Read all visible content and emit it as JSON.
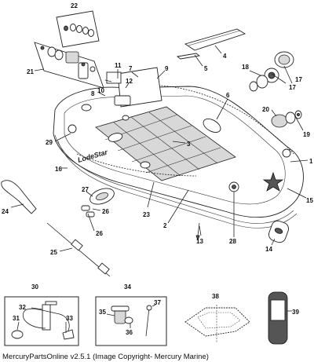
{
  "footer": {
    "caption": "MercuryPartsOnline v2.5.1 (Image Copyright- Mercury Marine)"
  },
  "brand_decal": "LodeStar",
  "callouts": {
    "c1": "1",
    "c2": "2",
    "c3": "3",
    "c4": "4",
    "c5": "5",
    "c6": "6",
    "c7": "7",
    "c8": "8",
    "c9": "9",
    "c10": "10",
    "c11": "11",
    "c12": "12",
    "c13": "13",
    "c14": "14",
    "c15": "15",
    "c16": "16",
    "c17a": "17",
    "c17b": "17",
    "c18": "18",
    "c19": "19",
    "c20": "20",
    "c21": "21",
    "c22": "22",
    "c23": "23",
    "c24": "24",
    "c25": "25",
    "c26a": "26",
    "c26b": "26",
    "c27": "27",
    "c28": "28",
    "c29": "29",
    "c30": "30",
    "c31": "31",
    "c32": "32",
    "c33": "33",
    "c34": "34",
    "c35": "35",
    "c36": "36",
    "c37": "37",
    "c38": "38",
    "c39": "39"
  }
}
